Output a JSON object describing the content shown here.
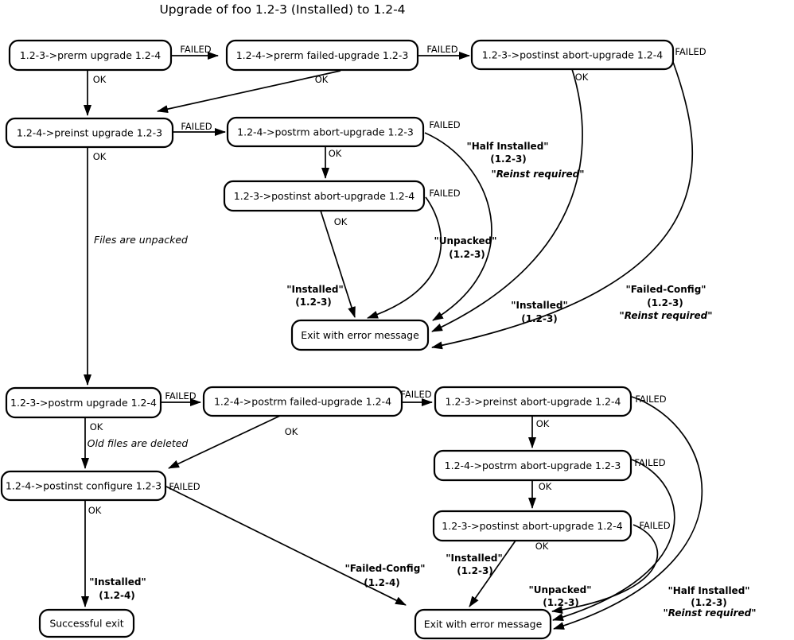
{
  "title": "Upgrade of foo 1.2-3 (Installed) to 1.2-4",
  "colors": {
    "background": "#ffffff",
    "line": "#000000",
    "text": "#000000"
  },
  "edge": {
    "ok": "OK",
    "failed": "FAILED"
  },
  "notes": {
    "files_unpacked": "Files are unpacked",
    "old_files_deleted": "Old files are deleted"
  },
  "nodes": {
    "prerm_upgrade": "1.2-3->prerm upgrade 1.2-4",
    "prerm_failed_upgrade": "1.2-4->prerm failed-upgrade 1.2-3",
    "postinst_abort_upgrade_top": "1.2-3->postinst abort-upgrade 1.2-4",
    "preinst_upgrade": "1.2-4->preinst upgrade 1.2-3",
    "postrm_abort_upgrade_top": "1.2-4->postrm abort-upgrade 1.2-3",
    "postinst_abort_upgrade_mid": "1.2-3->postinst abort-upgrade 1.2-4",
    "exit_error_top": "Exit with error message",
    "postrm_upgrade": "1.2-3->postrm upgrade 1.2-4",
    "postrm_failed_upgrade": "1.2-4->postrm failed-upgrade 1.2-4",
    "preinst_abort_upgrade": "1.2-3->preinst abort-upgrade 1.2-4",
    "postrm_abort_upgrade_bottom": "1.2-4->postrm abort-upgrade 1.2-3",
    "postinst_abort_upgrade_bottom": "1.2-3->postinst abort-upgrade 1.2-4",
    "postinst_configure": "1.2-4->postinst configure 1.2-3",
    "successful_exit": "Successful exit",
    "exit_error_bottom": "Exit with error message"
  },
  "states": {
    "half_installed_top": [
      "\"Half Installed\"",
      "(1.2-3)",
      "\"Reinst required\""
    ],
    "unpacked_top": [
      "\"Unpacked\"",
      "(1.2-3)"
    ],
    "installed_top_left": [
      "\"Installed\"",
      "(1.2-3)"
    ],
    "installed_top_right": [
      "\"Installed\"",
      "(1.2-3)"
    ],
    "failed_config_top": [
      "\"Failed-Config\"",
      "(1.2-3)",
      "\"Reinst required\""
    ],
    "installed_bottom_left": [
      "\"Installed\"",
      "(1.2-4)"
    ],
    "failed_config_bottom": [
      "\"Failed-Config\"",
      "(1.2-4)"
    ],
    "installed_bottom_mid": [
      "\"Installed\"",
      "(1.2-3)"
    ],
    "unpacked_bottom": [
      "\"Unpacked\"",
      "(1.2-3)"
    ],
    "half_installed_bottom": [
      "\"Half Installed\"",
      "(1.2-3)",
      "\"Reinst required\""
    ]
  }
}
